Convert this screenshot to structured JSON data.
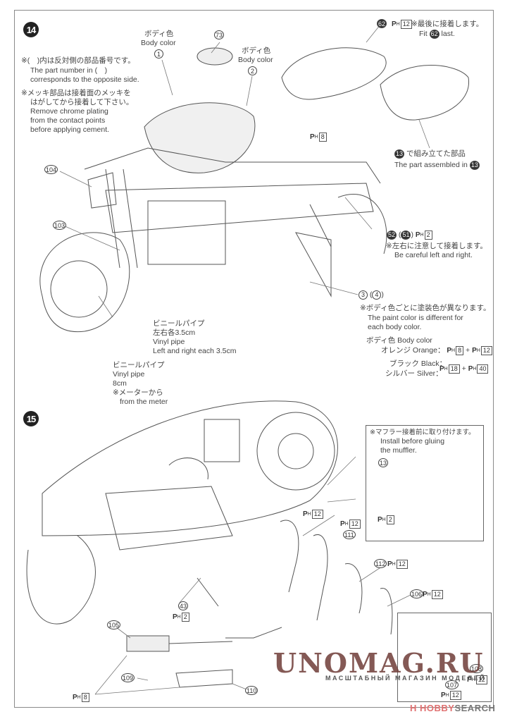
{
  "steps": [
    {
      "number": "14",
      "notes": {
        "paren_jp": "※(　)内は反対側の部品番号です。",
        "paren_en1": "The part number in (　)",
        "paren_en2": "corresponds to the opposite side.",
        "chrome_jp1": "※メッキ部品は接着面のメッキを",
        "chrome_jp2": "はがしてから接着して下さい。",
        "chrome_en1": "Remove chrome plating",
        "chrome_en2": "from the contact points",
        "chrome_en3": "before applying cement."
      },
      "callouts": {
        "part1_jp": "ボディ色",
        "part1_en": "Body color",
        "part1_num": "1",
        "part73_num": "73",
        "part2_jp": "ボディ色",
        "part2_en": "Body color",
        "part2_num": "2",
        "ph8_label": "8",
        "part62_num": "62",
        "part62_ph": "12",
        "part62_note_jp": "※最後に接着します。",
        "part62_note_en_pre": "Fit",
        "part62_note_en_num": "62",
        "part62_note_en_post": "last.",
        "assembled_num": "13",
        "assembled_jp": "で組み立てた部品",
        "assembled_en": "The part assembled in",
        "part104_num": "104",
        "part103_num": "103",
        "part52_num": "52",
        "part51_num": "51",
        "part52_ph": "2",
        "part52_note_jp": "※左右に注意して接着します。",
        "part52_note_en": "Be careful left and right.",
        "part3_num": "3",
        "part4_num": "4",
        "paint_note_jp": "※ボディ色ごとに塗装色が異なります。",
        "paint_note_en1": "The paint color is different for",
        "paint_note_en2": "each body color.",
        "body_color_head": "ボディ色 Body color",
        "orange_label": "オレンジ Orange：",
        "orange_ph1": "8",
        "orange_ph2": "12",
        "black_label": "ブラック Black：",
        "silver_label": "シルバー Silver：",
        "blacksilver_ph1": "18",
        "blacksilver_ph2": "40",
        "vinyl1_jp1": "ビニールパイプ",
        "vinyl1_jp2": "左右各3.5cm",
        "vinyl1_en1": "Vinyl pipe",
        "vinyl1_en2": "Left and right each 3.5cm",
        "vinyl2_jp": "ビニールパイプ",
        "vinyl2_en": "Vinyl pipe",
        "vinyl2_len": "8cm",
        "vinyl2_from_jp": "※メーターから",
        "vinyl2_from_en": "from the meter"
      }
    },
    {
      "number": "15",
      "callouts": {
        "inset_note_jp": "※マフラー接着前に取り付けます。",
        "inset_note_en1": "Install before gluing",
        "inset_note_en2": "the muffler.",
        "inset_part_num": "13",
        "inset_ph": "2",
        "ph12_a": "12",
        "ph12_b": "12",
        "part111_num": "111",
        "part112_num": "112",
        "part112_ph": "12",
        "part106_num": "106",
        "part106_ph": "12",
        "part43_num": "43",
        "part43_ph": "2",
        "part105_num": "105",
        "part109_num": "109",
        "part110_num": "110",
        "ph8_label": "8",
        "part108_num": "108",
        "part108_ph": "12",
        "part107_num": "107",
        "part107_ph": "12"
      }
    }
  ],
  "paint_prefix": "P",
  "paint_sub": "H",
  "watermark": {
    "main": "UNOMAG.RU",
    "sub": "МАСШТАБНЫЙ МАГАЗИН МОДЕЛЕЙ",
    "hobby_a": "H",
    "hobby_b": "HOBBY",
    "hobby_c": "SEARCH"
  }
}
